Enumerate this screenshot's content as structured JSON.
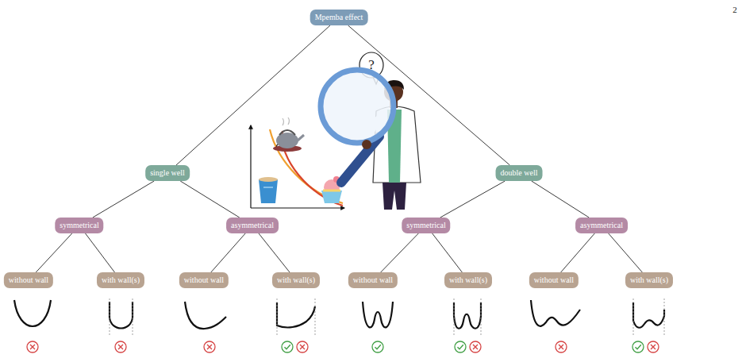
{
  "diagram": {
    "nodes": [
      {
        "text": [
          "Mpemba effect"
        ]
      },
      {
        "text": [
          "single well"
        ]
      },
      {
        "text": [
          "double well"
        ]
      },
      {
        "text": [
          "symmetrical"
        ]
      },
      {
        "text": [
          "asymmetrical"
        ]
      },
      {
        "text": [
          "symmetrical"
        ]
      },
      {
        "text": [
          "asymmetrical"
        ]
      },
      {
        "text": [
          "without wall"
        ]
      },
      {
        "text": [
          "with wall(s)"
        ]
      },
      {
        "text": [
          "without wall"
        ]
      },
      {
        "text": [
          "with wall(s)"
        ]
      },
      {
        "text": [
          "without wall"
        ]
      },
      {
        "text": [
          "with wall(s)"
        ]
      },
      {
        "text": [
          "without wall"
        ]
      },
      {
        "text": [
          "with wall(s)"
        ]
      }
    ],
    "edges": [
      {
        "from": 0,
        "to": 1,
        "arrow": "none"
      },
      {
        "from": 0,
        "to": 2,
        "arrow": "none"
      },
      {
        "from": 1,
        "to": 3,
        "arrow": "none"
      },
      {
        "from": 1,
        "to": 4,
        "arrow": "none"
      },
      {
        "from": 2,
        "to": 5,
        "arrow": "none"
      },
      {
        "from": 2,
        "to": 6,
        "arrow": "none"
      },
      {
        "from": 3,
        "to": 7,
        "arrow": "none"
      },
      {
        "from": 3,
        "to": 8,
        "arrow": "none"
      },
      {
        "from": 4,
        "to": 9,
        "arrow": "none"
      },
      {
        "from": 4,
        "to": 10,
        "arrow": "none"
      },
      {
        "from": 5,
        "to": 11,
        "arrow": "none"
      },
      {
        "from": 5,
        "to": 12,
        "arrow": "none"
      },
      {
        "from": 6,
        "to": 13,
        "arrow": "none"
      },
      {
        "from": 6,
        "to": 14,
        "arrow": "none"
      }
    ],
    "labels": [
      "2",
      "?"
    ]
  }
}
